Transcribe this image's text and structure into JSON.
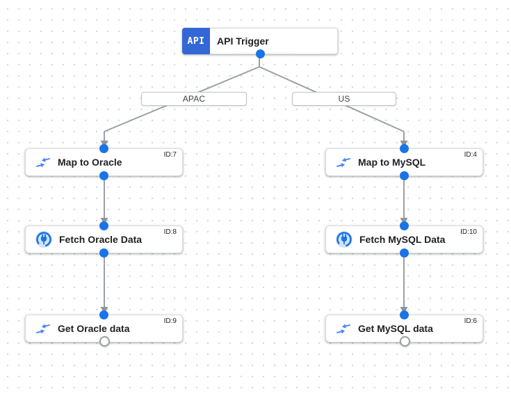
{
  "colors": {
    "accent_blue": "#1a73e8",
    "trigger_blue": "#3367d6",
    "icon_blue": "#4285f4",
    "edge_gray": "#9aa0a6",
    "border_gray": "#dadce0"
  },
  "trigger": {
    "icon_text": "API",
    "label": "API Trigger"
  },
  "edge_labels": {
    "apac": "APAC",
    "us": "US"
  },
  "nodes": [
    {
      "label": "Map to Oracle",
      "id": "ID:7",
      "icon": "data-mapping-icon",
      "branch": "APAC"
    },
    {
      "label": "Fetch Oracle Data",
      "id": "ID:8",
      "icon": "connector-icon",
      "branch": "APAC"
    },
    {
      "label": "Get Oracle data",
      "id": "ID:9",
      "icon": "data-mapping-icon",
      "branch": "APAC"
    },
    {
      "label": "Map to MySQL",
      "id": "ID:4",
      "icon": "data-mapping-icon",
      "branch": "US"
    },
    {
      "label": "Fetch MySQL Data",
      "id": "ID:10",
      "icon": "connector-icon",
      "branch": "US"
    },
    {
      "label": "Get MySQL data",
      "id": "ID:6",
      "icon": "data-mapping-icon",
      "branch": "US"
    }
  ]
}
